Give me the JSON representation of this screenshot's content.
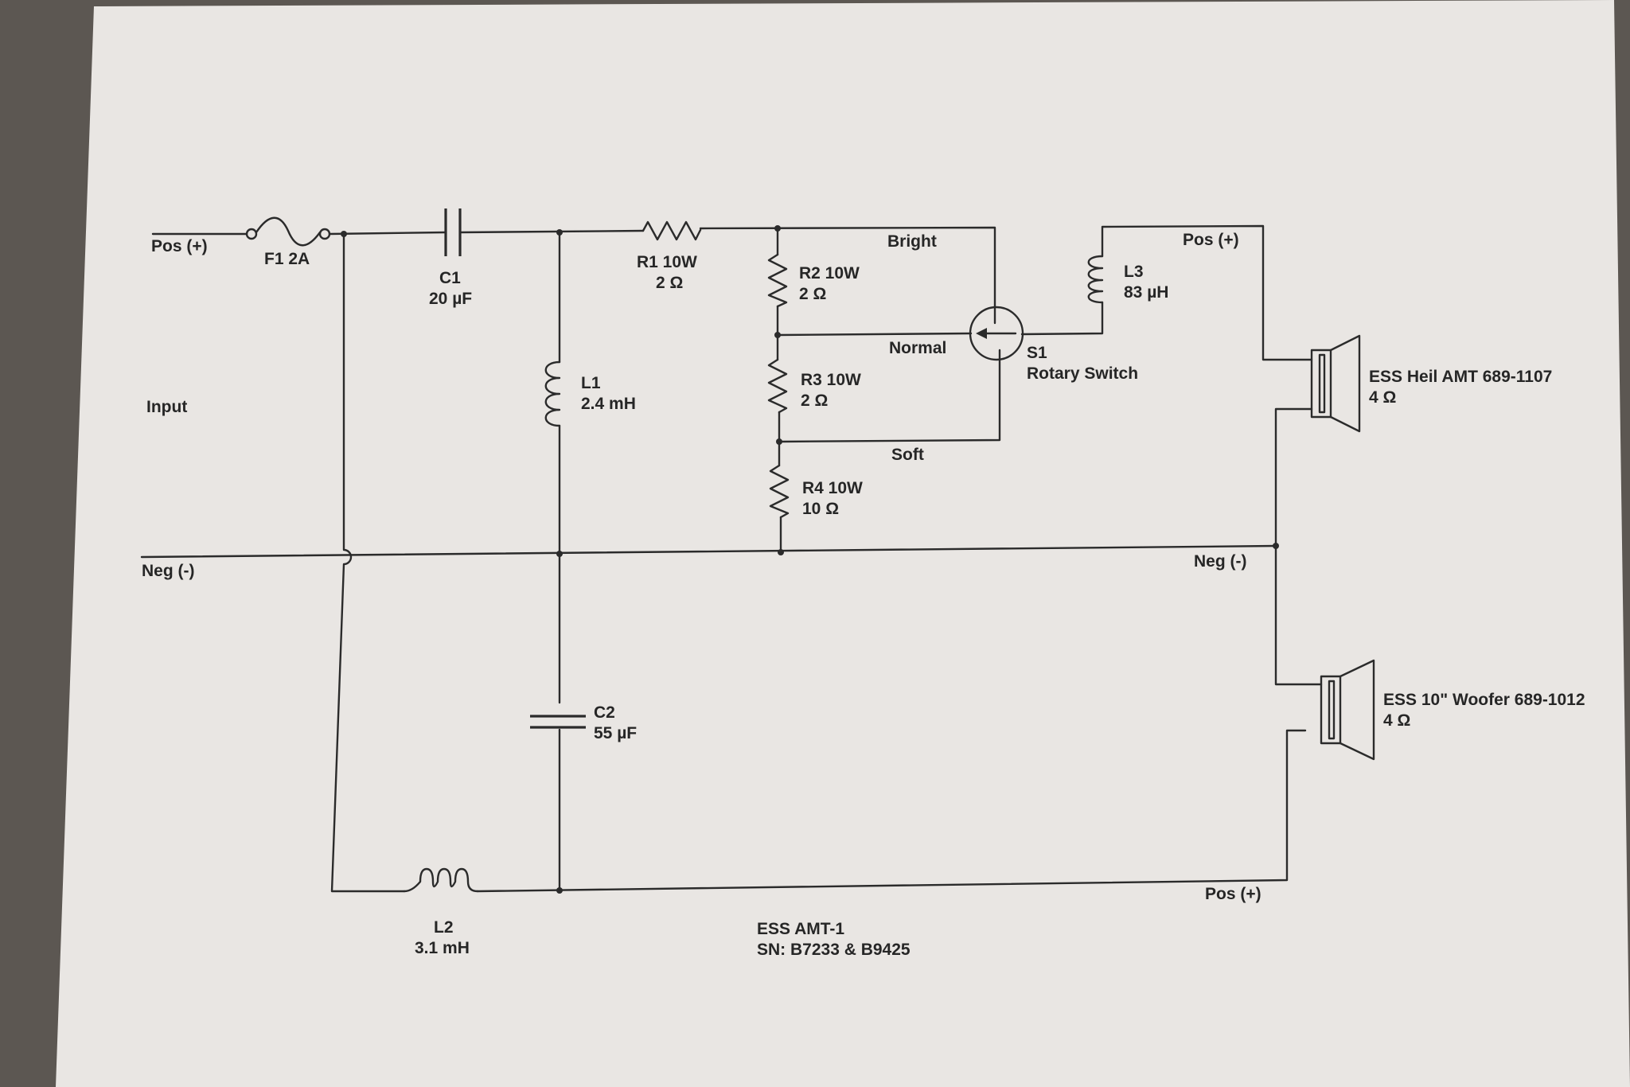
{
  "colors": {
    "paper": "#e9e6e3",
    "ink": "#2b2b2b",
    "background": "#5c5752"
  },
  "labels": {
    "pos_in": "Pos (+)",
    "f1": "F1 2A",
    "c1_name": "C1",
    "c1_value": "20 µF",
    "r1_name": "R1 10W",
    "r1_value": "2 Ω",
    "r2_name": "R2 10W",
    "r2_value": "2 Ω",
    "r3_name": "R3 10W",
    "r3_value": "2 Ω",
    "r4_name": "R4 10W",
    "r4_value": "10 Ω",
    "l1_name": "L1",
    "l1_value": "2.4 mH",
    "l2_name": "L2",
    "l2_value": "3.1 mH",
    "l3_name": "L3",
    "l3_value": "83 µH",
    "c2_name": "C2",
    "c2_value": "55 µF",
    "bright": "Bright",
    "normal": "Normal",
    "soft": "Soft",
    "s1_name": "S1",
    "s1_desc": "Rotary Switch",
    "input": "Input",
    "neg_in": "Neg (-)",
    "pos_amt": "Pos (+)",
    "neg_right": "Neg (-)",
    "pos_woofer": "Pos (+)",
    "amt_name": "ESS Heil AMT 689-1107",
    "amt_imp": "4 Ω",
    "woofer_name": "ESS 10\" Woofer 689-1012",
    "woofer_imp": "4 Ω",
    "model": "ESS AMT-1",
    "serial": "SN: B7233 & B9425"
  }
}
